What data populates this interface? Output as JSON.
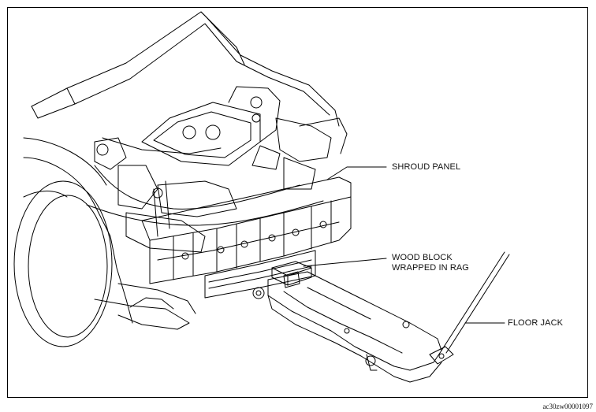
{
  "figure": {
    "labels": {
      "shroud_panel": "SHROUD PANEL",
      "wood_block_line1": "WOOD BLOCK",
      "wood_block_line2": "WRAPPED IN RAG",
      "floor_jack": "FLOOR JACK"
    },
    "reference_code": "ac30zw00001097",
    "line_color": "#000000",
    "background_color": "#ffffff"
  }
}
